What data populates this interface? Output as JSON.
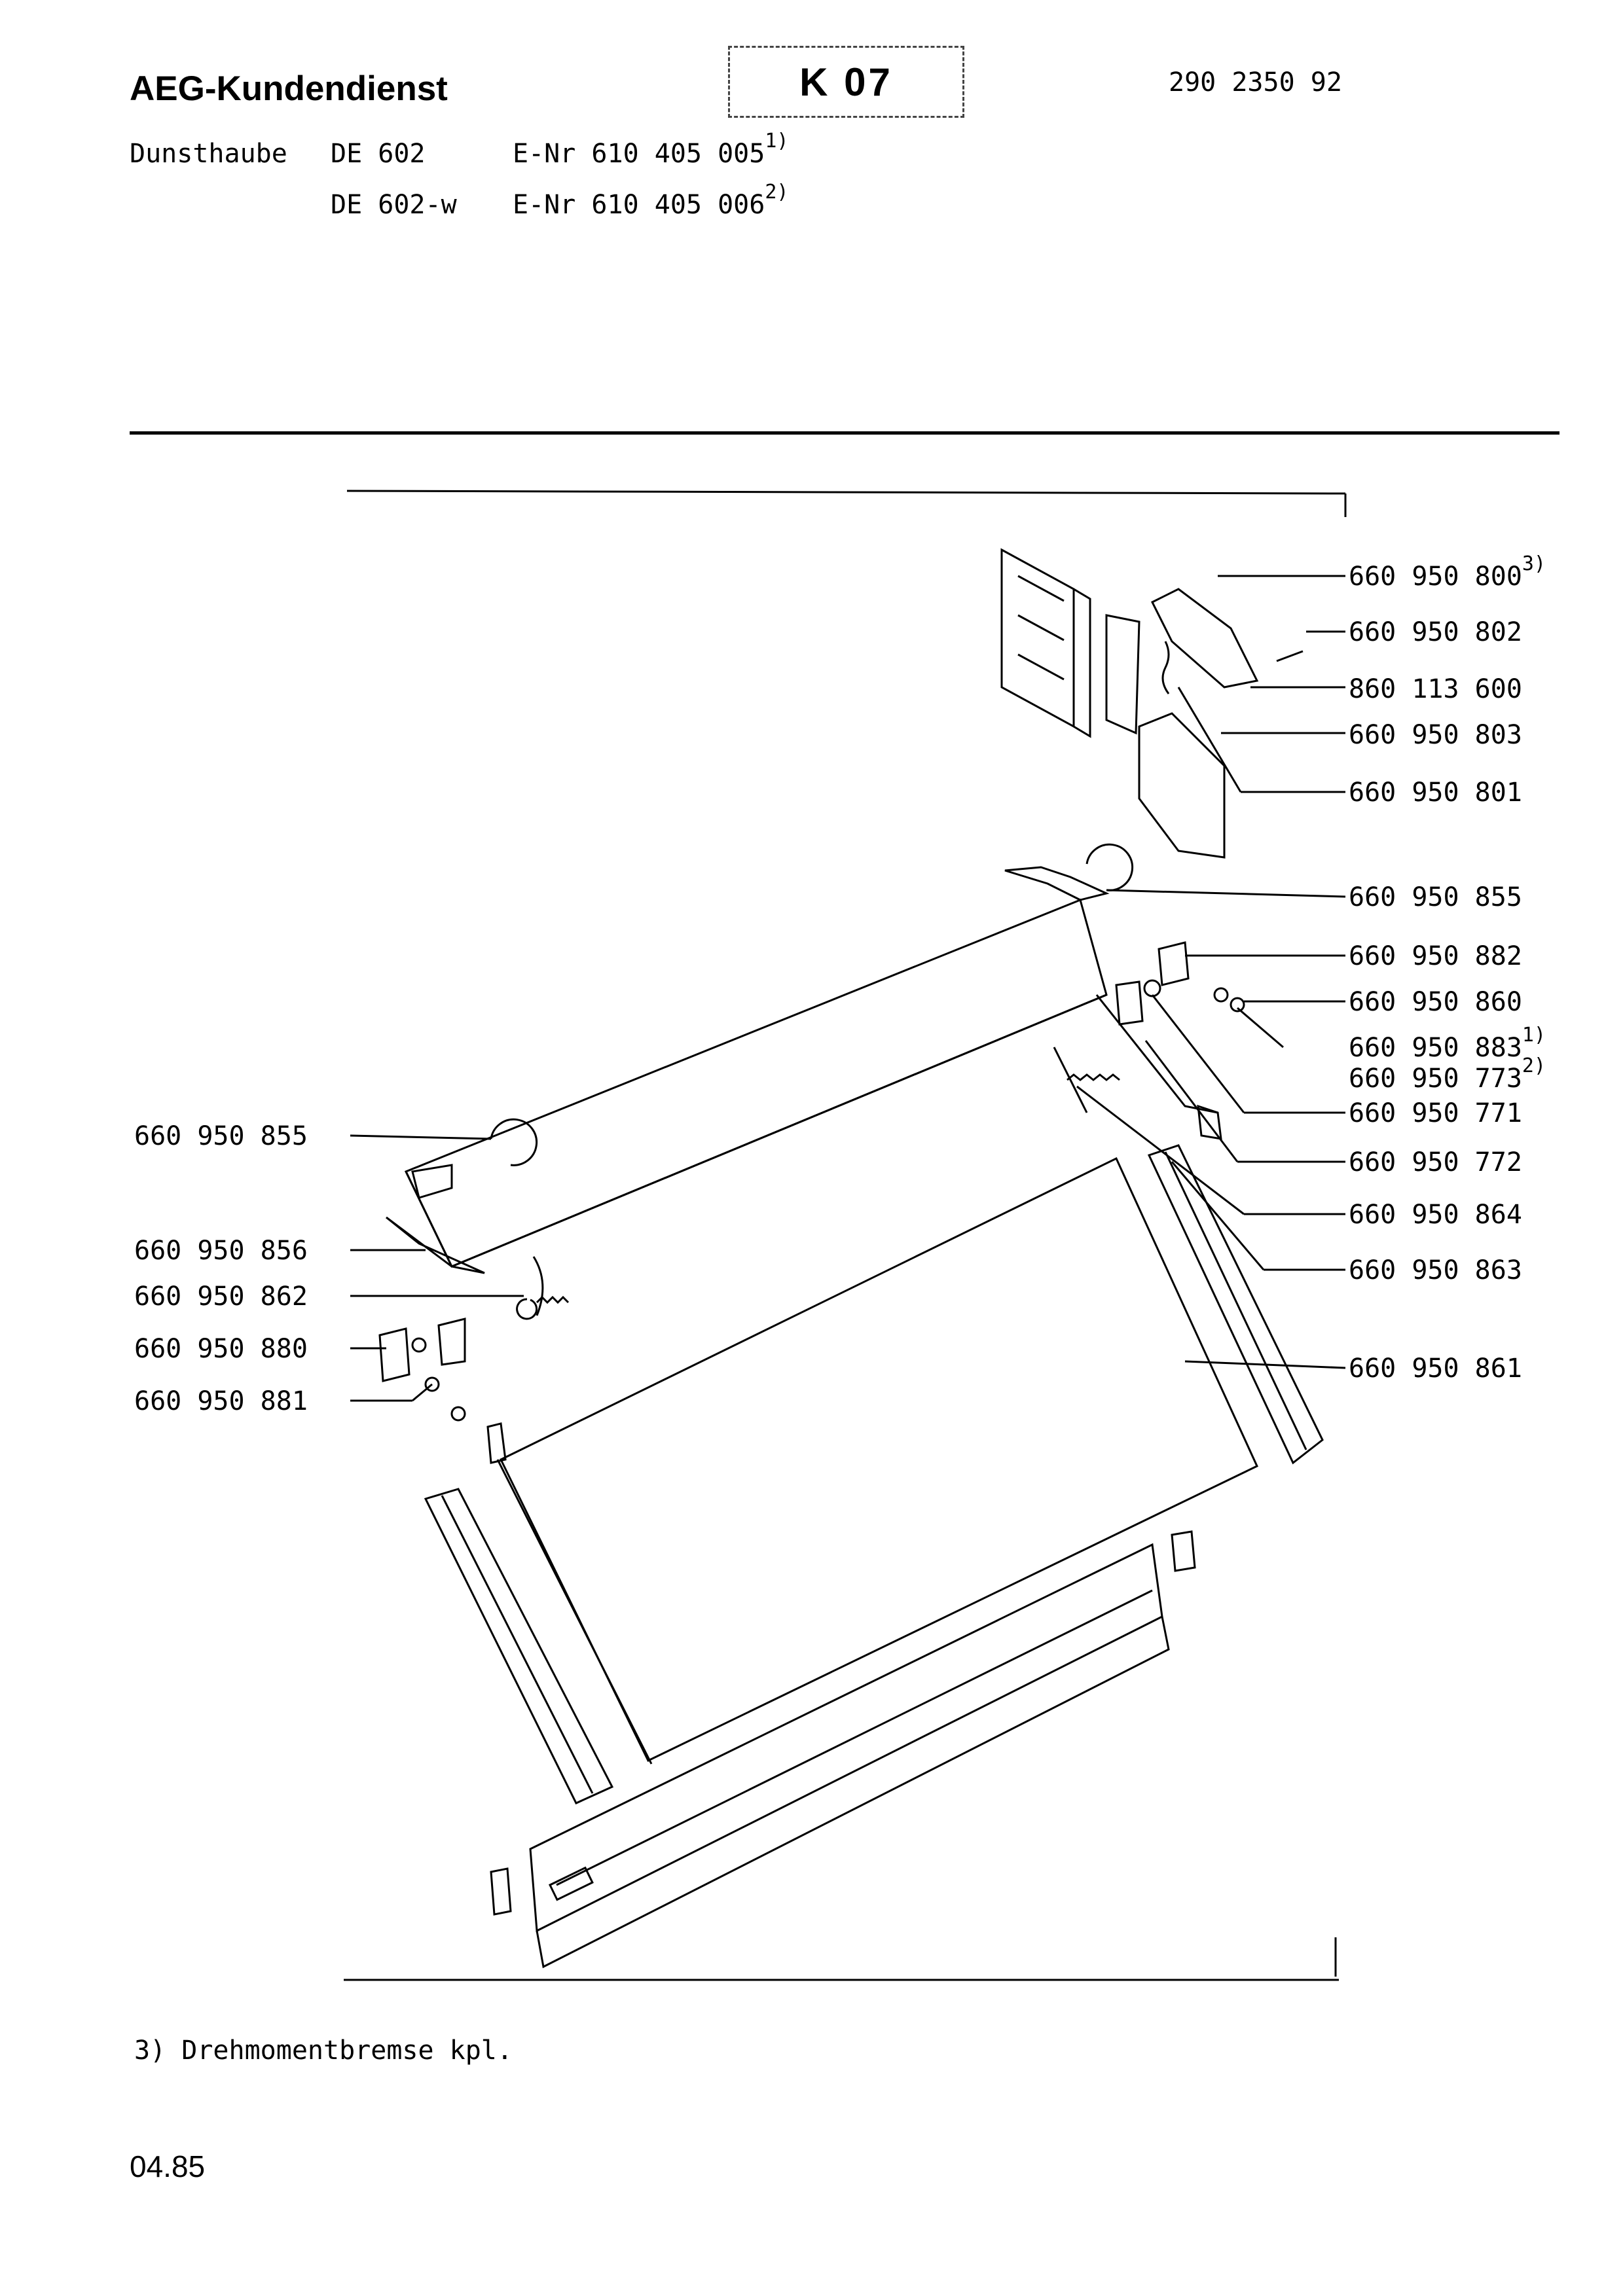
{
  "header": {
    "brand": "AEG-Kundendienst",
    "sheet_code": "K 07",
    "document_number": "290 2350 92"
  },
  "model_info": {
    "product": "Dunsthaube",
    "rows": [
      {
        "model": "DE 602",
        "enr": "E-Nr 610 405 005",
        "note": "1)"
      },
      {
        "model": "DE 602-w",
        "enr": "E-Nr 610 405 006",
        "note": "2)"
      }
    ]
  },
  "parts_right": [
    {
      "number": "660 950 800",
      "note": "3)"
    },
    {
      "number": "660 950 802",
      "note": ""
    },
    {
      "number": "860 113 600",
      "note": ""
    },
    {
      "number": "660 950 803",
      "note": ""
    },
    {
      "number": "660 950 801",
      "note": ""
    },
    {
      "number": "660 950 855",
      "note": ""
    },
    {
      "number": "660 950 882",
      "note": ""
    },
    {
      "number": "660 950 860",
      "note": ""
    },
    {
      "number": "660 950 883",
      "note": "1)"
    },
    {
      "number": "660 950 773",
      "note": "2)"
    },
    {
      "number": "660 950 771",
      "note": ""
    },
    {
      "number": "660 950 772",
      "note": ""
    },
    {
      "number": "660 950 864",
      "note": ""
    },
    {
      "number": "660 950 863",
      "note": ""
    },
    {
      "number": "660 950 861",
      "note": ""
    }
  ],
  "parts_left": [
    {
      "number": "660 950 855"
    },
    {
      "number": "660 950 856"
    },
    {
      "number": "660 950 862"
    },
    {
      "number": "660 950 880"
    },
    {
      "number": "660 950 881"
    }
  ],
  "footnote": "3) Drehmomentbremse kpl.",
  "date": "04.85"
}
